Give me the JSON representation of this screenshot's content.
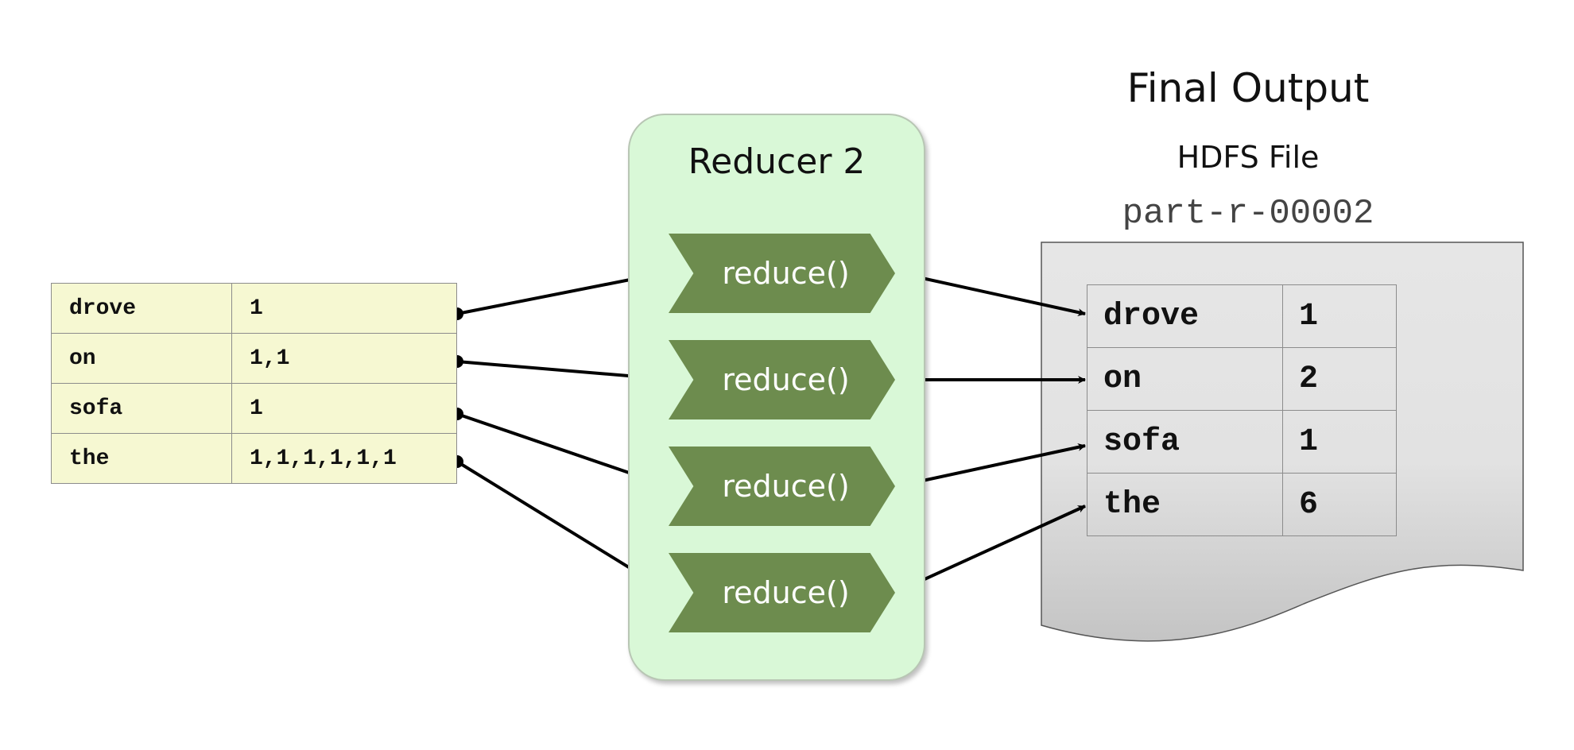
{
  "input_pairs": [
    {
      "key": "drove",
      "values": "1"
    },
    {
      "key": "on",
      "values": "1,1"
    },
    {
      "key": "sofa",
      "values": "1"
    },
    {
      "key": "the",
      "values": "1,1,1,1,1,1"
    }
  ],
  "reducer": {
    "title": "Reducer 2",
    "functions": [
      "reduce()",
      "reduce()",
      "reduce()",
      "reduce()"
    ]
  },
  "final_output": {
    "title": "Final Output",
    "storage_label": "HDFS File",
    "file_name": "part-r-00002",
    "rows": [
      {
        "key": "drove",
        "count": "1"
      },
      {
        "key": "on",
        "count": "2"
      },
      {
        "key": "sofa",
        "count": "1"
      },
      {
        "key": "the",
        "count": "6"
      }
    ]
  }
}
